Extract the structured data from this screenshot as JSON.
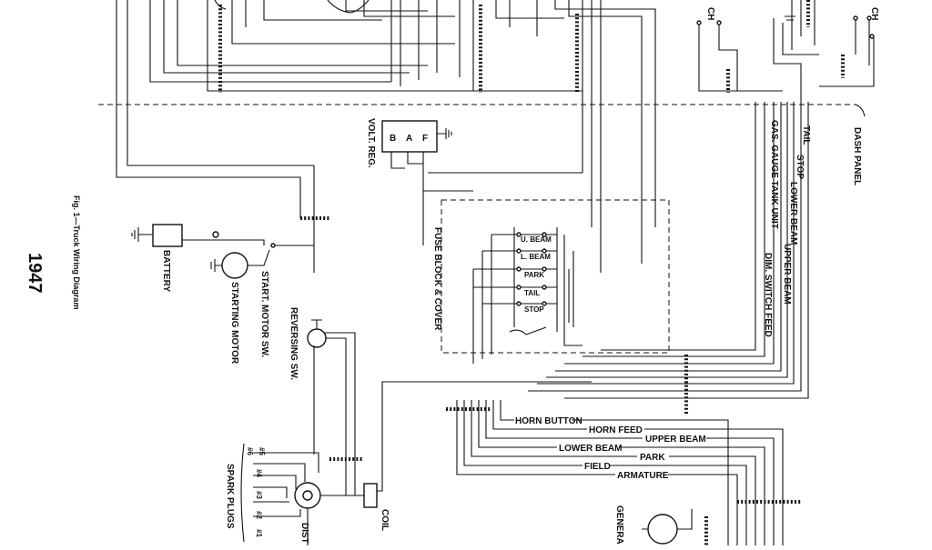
{
  "diagram": {
    "year": "1947",
    "caption": "Fig. 1—Truck Wiring Diagram",
    "top_right_fragment_1": "CH",
    "top_right_fragment_2": "CH",
    "labels": {
      "dash_panel": "DASH PANEL",
      "tail": "TAIL",
      "stop": "STOP",
      "lower_beam_right": "LOWER BEAM",
      "upper_beam_right": "UPPER BEAM",
      "gas_gauge": "GAS. GAUGE TANK UNIT",
      "dim_switch_feed": "DIM. SWITCH FEED",
      "volt_reg": "VOLT. REG.",
      "reg_b": "B",
      "reg_a": "A",
      "reg_f": "F",
      "fuse_block": "FUSE BLOCK & COVER",
      "fuse_ubeam": "U. BEAM",
      "fuse_lbeam": "L. BEAM",
      "fuse_park": "PARK",
      "fuse_tail": "TAIL",
      "fuse_stop": "STOP",
      "battery": "BATTERY",
      "start_motor_sw": "START. MOTOR SW.",
      "starting_motor": "STARTING MOTOR",
      "reversing_sw": "REVERSING SW.",
      "horn_button": "HORN BUTTON",
      "horn_feed": "HORN FEED",
      "upper_beam_bottom": "UPPER BEAM",
      "lower_beam_bottom": "LOWER BEAM",
      "park_bottom": "PARK",
      "field": "FIELD",
      "armature": "ARMATURE",
      "spark_plugs": "SPARK PLUGS",
      "dist": "DIST",
      "coil": "COIL",
      "generator": "GENERA",
      "plug_1": "#1",
      "plug_2": "#2",
      "plug_3": "#3",
      "plug_4": "#4",
      "plug_5": "#5",
      "plug_6": "#6"
    }
  }
}
